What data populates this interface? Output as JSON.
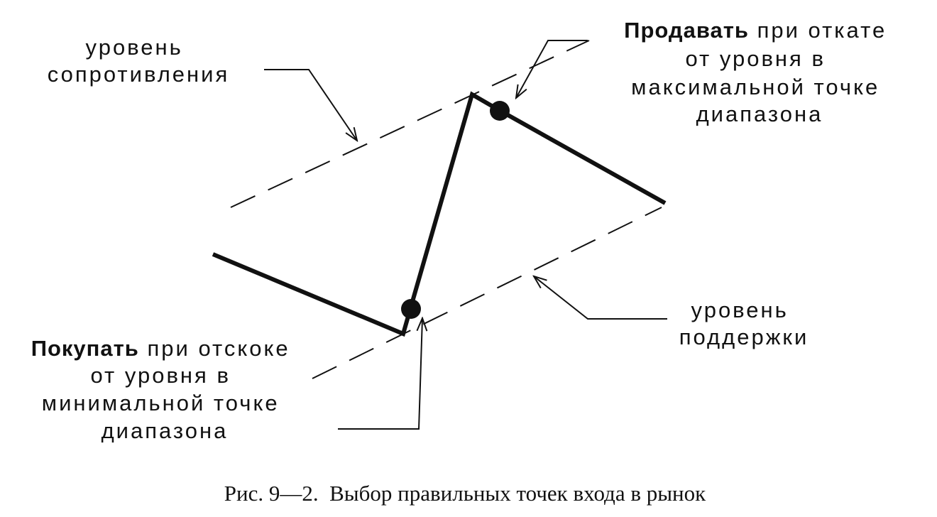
{
  "labels": {
    "resistance_level": [
      "уровень",
      "сопротивления"
    ],
    "support_level": [
      "уровень",
      "поддержки"
    ],
    "sell_note": {
      "emphasis": "Продавать",
      "rest": " при откате",
      "lines": [
        "от уровня в",
        "максимальной точке",
        "диапазона"
      ]
    },
    "buy_note": {
      "emphasis": "Покупать",
      "rest": " при отскоке",
      "lines": [
        "от уровня в",
        "минимальной точке",
        "диапазона"
      ]
    }
  },
  "caption": "Рис. 9—2.  Выбор правильных точек входа в рынок",
  "colors": {
    "ink": "#111111",
    "background": "#ffffff"
  }
}
